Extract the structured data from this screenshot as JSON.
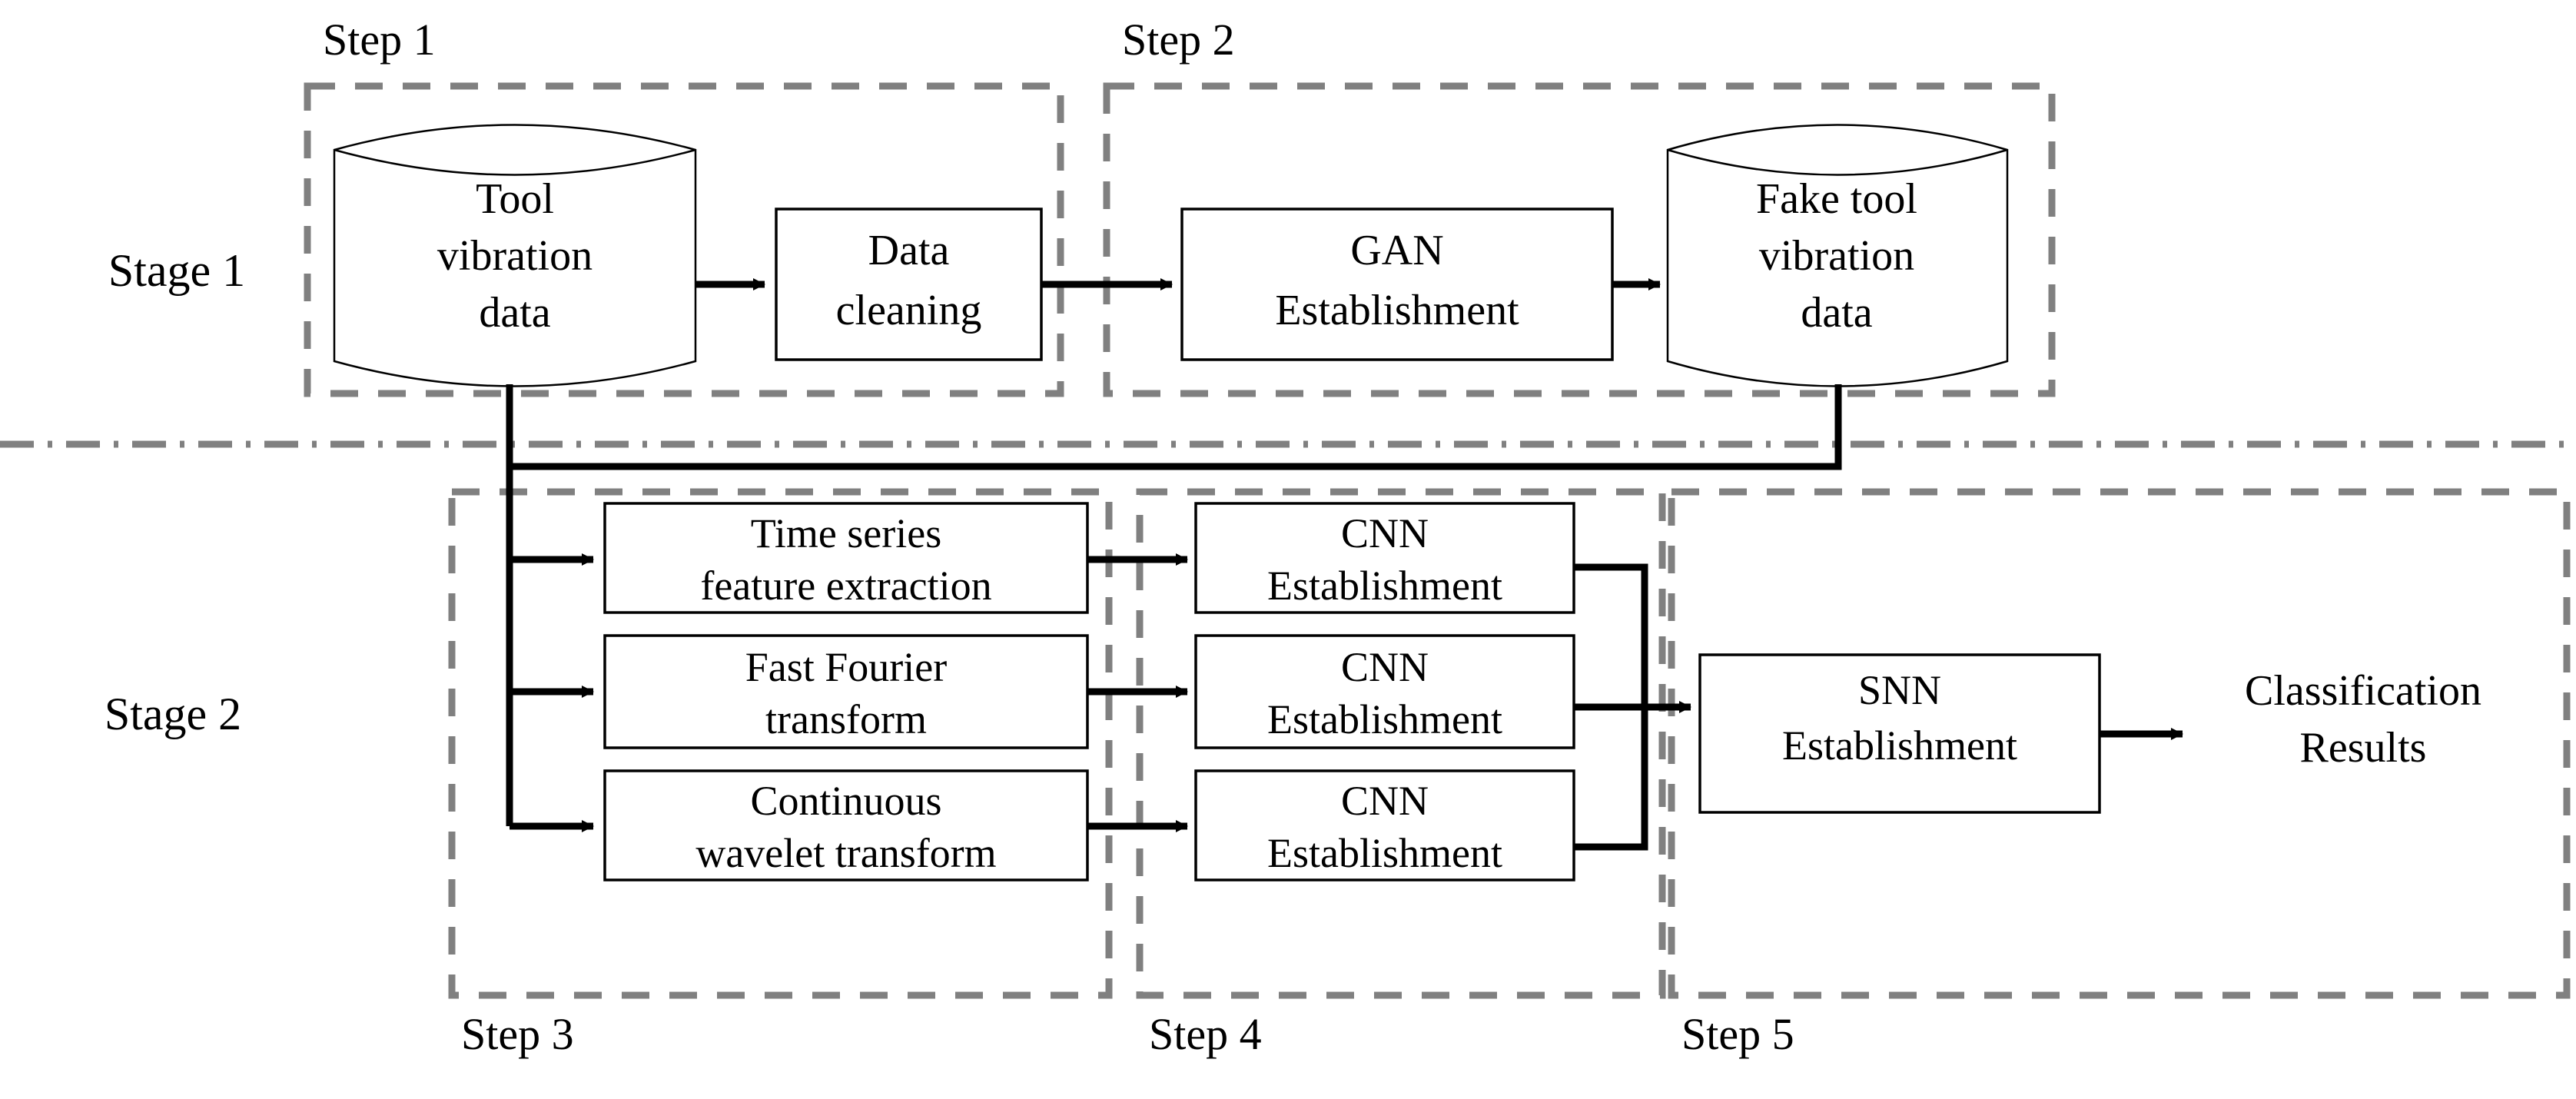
{
  "diagram": {
    "title": "Two-stage five-step tool wear classification framework",
    "colors": {
      "box_stroke": "#000000",
      "dashed_group": "#808080",
      "arrow": "#000000",
      "background": "#ffffff"
    },
    "stages": [
      {
        "id": "stage1",
        "label": "Stage 1"
      },
      {
        "id": "stage2",
        "label": "Stage 2"
      }
    ],
    "steps": [
      {
        "id": "step1",
        "label": "Step 1",
        "position": "top"
      },
      {
        "id": "step2",
        "label": "Step 2",
        "position": "top"
      },
      {
        "id": "step3",
        "label": "Step 3",
        "position": "bottom"
      },
      {
        "id": "step4",
        "label": "Step 4",
        "position": "bottom"
      },
      {
        "id": "step5",
        "label": "Step 5",
        "position": "bottom"
      }
    ],
    "nodes": [
      {
        "id": "tool-vibration-data",
        "shape": "cylinder",
        "lines": [
          "Tool",
          "vibration",
          "data"
        ]
      },
      {
        "id": "data-cleaning",
        "shape": "rect",
        "lines": [
          "Data",
          "cleaning"
        ]
      },
      {
        "id": "gan-establishment",
        "shape": "rect",
        "lines": [
          "GAN",
          "Establishment"
        ]
      },
      {
        "id": "fake-tool-vibration-data",
        "shape": "cylinder",
        "lines": [
          "Fake tool",
          "vibration",
          "data"
        ]
      },
      {
        "id": "time-series-feature-extraction",
        "shape": "rect",
        "lines": [
          "Time series",
          "feature extraction"
        ]
      },
      {
        "id": "fast-fourier-transform",
        "shape": "rect",
        "lines": [
          "Fast Fourier",
          "transform"
        ]
      },
      {
        "id": "continuous-wavelet-transform",
        "shape": "rect",
        "lines": [
          "Continuous",
          "wavelet transform"
        ]
      },
      {
        "id": "cnn-establishment-1",
        "shape": "rect",
        "lines": [
          "CNN",
          "Establishment"
        ]
      },
      {
        "id": "cnn-establishment-2",
        "shape": "rect",
        "lines": [
          "CNN",
          "Establishment"
        ]
      },
      {
        "id": "cnn-establishment-3",
        "shape": "rect",
        "lines": [
          "CNN",
          "Establishment"
        ]
      },
      {
        "id": "snn-establishment",
        "shape": "rect",
        "lines": [
          "SNN",
          "Establishment"
        ]
      },
      {
        "id": "classification-results",
        "shape": "text",
        "lines": [
          "Classification",
          "Results"
        ]
      }
    ],
    "text": {
      "stage1": "Stage 1",
      "stage2": "Stage 2",
      "step1": "Step 1",
      "step2": "Step 2",
      "step3": "Step 3",
      "step4": "Step 4",
      "step5": "Step 5",
      "tool_l1": "Tool",
      "tool_l2": "vibration",
      "tool_l3": "data",
      "clean_l1": "Data",
      "clean_l2": "cleaning",
      "gan_l1": "GAN",
      "gan_l2": "Establishment",
      "fake_l1": "Fake tool",
      "fake_l2": "vibration",
      "fake_l3": "data",
      "tsfe_l1": "Time series",
      "tsfe_l2": "feature extraction",
      "fft_l1": "Fast Fourier",
      "fft_l2": "transform",
      "cwt_l1": "Continuous",
      "cwt_l2": "wavelet transform",
      "cnn1_l1": "CNN",
      "cnn1_l2": "Establishment",
      "cnn2_l1": "CNN",
      "cnn2_l2": "Establishment",
      "cnn3_l1": "CNN",
      "cnn3_l2": "Establishment",
      "snn_l1": "SNN",
      "snn_l2": "Establishment",
      "cls_l1": "Classification",
      "cls_l2": "Results"
    }
  }
}
